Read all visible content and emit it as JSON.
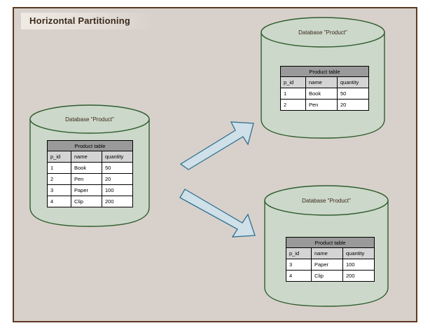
{
  "diagram": {
    "title": "Horizontal Partitioning",
    "colors": {
      "canvas_background": "#d8d1cb",
      "canvas_border": "#5c3a22",
      "cylinder_fill": "#ccd8c9",
      "cylinder_stroke": "#2f5d2f",
      "arrow_fill": "#cfe0e8",
      "arrow_stroke": "#2e7091",
      "table_title_bg": "#9a9a9a",
      "table_header_bg": "#d4d4d4",
      "table_cell_bg": "#ffffff",
      "title_text": "#3a2a1c"
    }
  },
  "nodes": {
    "source": {
      "label": "Database \"Product\"",
      "table": {
        "title": "Product table",
        "columns": [
          "p_id",
          "name",
          "quantity"
        ],
        "rows": [
          [
            "1",
            "Book",
            "50"
          ],
          [
            "2",
            "Pen",
            "20"
          ],
          [
            "3",
            "Paper",
            "100"
          ],
          [
            "4",
            "Clip",
            "200"
          ]
        ]
      }
    },
    "partition_top": {
      "label": "Database \"Product\"",
      "table": {
        "title": "Product table",
        "columns": [
          "p_id",
          "name",
          "quantity"
        ],
        "rows": [
          [
            "1",
            "Book",
            "50"
          ],
          [
            "2",
            "Pen",
            "20"
          ]
        ]
      }
    },
    "partition_bottom": {
      "label": "Database \"Product\"",
      "table": {
        "title": "Product table",
        "columns": [
          "p_id",
          "name",
          "quantity"
        ],
        "rows": [
          [
            "3",
            "Paper",
            "100"
          ],
          [
            "4",
            "Clip",
            "200"
          ]
        ]
      }
    }
  },
  "arrows": [
    {
      "name": "arrow-to-top-partition",
      "direction": "up-right"
    },
    {
      "name": "arrow-to-bottom-partition",
      "direction": "down-right"
    }
  ]
}
